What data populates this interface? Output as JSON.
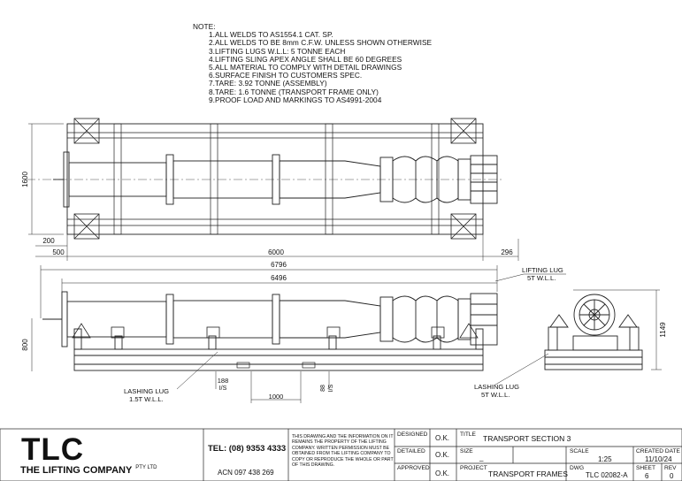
{
  "notes": {
    "heading": "NOTE:",
    "items": [
      "1.ALL WELDS TO AS1554.1 CAT. SP.",
      "2.ALL WELDS TO BE 8mm C.F.W. UNLESS SHOWN OTHERWISE",
      "3.LIFTING LUGS W.L.L: 5 TONNE EACH",
      "4.LIFTING SLING APEX ANGLE SHALL BE 60 DEGREES",
      "5.ALL MATERIAL TO COMPLY WITH DETAIL DRAWINGS",
      "6.SURFACE FINISH TO CUSTOMERS SPEC.",
      "7.TARE: 3.92 TONNE (ASSEMBLY)",
      "8.TARE: 1.6 TONNE (TRANSPORT FRAME ONLY)",
      "9.PROOF LOAD AND MARKINGS TO AS4991-2004"
    ]
  },
  "dimensions": {
    "plan_height": "1600",
    "plan_offset": "200",
    "plan_left": "500",
    "plan_length": "6000",
    "plan_right": "296",
    "elev_overall": "6796",
    "elev_length": "6496",
    "elev_height": "800",
    "end_height": "1149",
    "lug_spacing": "1000",
    "lug_offset_188": "188",
    "lug_offset_88": "88",
    "is_tag": "I/S"
  },
  "callouts": {
    "lifting_lug_title": "LIFTING LUG",
    "lifting_lug_wll": "5T W.L.L.",
    "lashing_lug_small_title": "LASHING LUG",
    "lashing_lug_small_wll": "1.5T W.L.L.",
    "lashing_lug_large_title": "LASHING LUG",
    "lashing_lug_large_wll": "5T W.L.L."
  },
  "title_block": {
    "brand": "TLC",
    "company": "THE LIFTING COMPANY",
    "pty": "PTY LTD",
    "tel": "TEL: (08) 9353 4333",
    "acn": "ACN 097 438 269",
    "disclaimer": "THIS DRAWING AND THE INFORMATION ON IT REMAINS THE PROPERTY OF THE LIFTING COMPANY. WRITTEN PERMISSION MUST BE OBTAINED FROM THE LIFTING COMPANY TO COPY OR REPRODUCE THE WHOLE OR PART OF THIS DRAWING.",
    "designed_label": "DESIGNED",
    "designed_value": "O.K.",
    "detailed_label": "DETAILED",
    "detailed_value": "O.K.",
    "approved_label": "APPROVED",
    "approved_value": "O.K.",
    "title_label": "TITLE",
    "title_value": "TRANSPORT SECTION 3",
    "size_label": "SIZE",
    "size_value": "_",
    "scale_label": "SCALE",
    "scale_value": "1:25",
    "created_label": "CREATED DATE",
    "created_value": "11/10/24",
    "project_label": "PROJECT",
    "project_value": "TRANSPORT FRAMES",
    "dwg_label": "DWG",
    "dwg_value": "TLC 02082-A",
    "sheet_label": "SHEET",
    "sheet_value": "6",
    "rev_label": "REV",
    "rev_value": "0"
  }
}
